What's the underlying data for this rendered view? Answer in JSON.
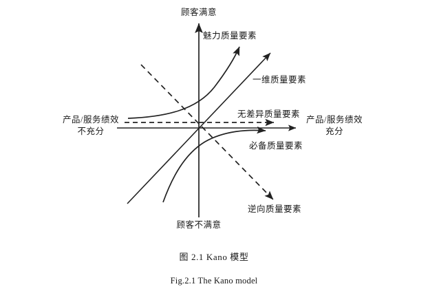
{
  "figure": {
    "axes": {
      "y_top_label": "顾客满意",
      "y_bottom_label": "顾客不满意",
      "x_left_label_line1": "产品/服务绩效",
      "x_left_label_line2": "不充分",
      "x_right_label_line1": "产品/服务绩效",
      "x_right_label_line2": "充分"
    },
    "curves": [
      {
        "id": "attractive",
        "label": "魅力质量要素",
        "style": "solid"
      },
      {
        "id": "one-dimensional",
        "label": "一维质量要素",
        "style": "solid"
      },
      {
        "id": "indifferent",
        "label": "无差异质量要素",
        "style": "dashed"
      },
      {
        "id": "must-be",
        "label": "必备质量要素",
        "style": "solid"
      },
      {
        "id": "reverse",
        "label": "逆向质量要素",
        "style": "dashed"
      }
    ],
    "caption_cn": "图 2.1 Kano 模型",
    "caption_en": "Fig.2.1 The Kano model",
    "colors": {
      "line": "#222222",
      "text": "#1a1a1a",
      "background": "#ffffff"
    }
  }
}
